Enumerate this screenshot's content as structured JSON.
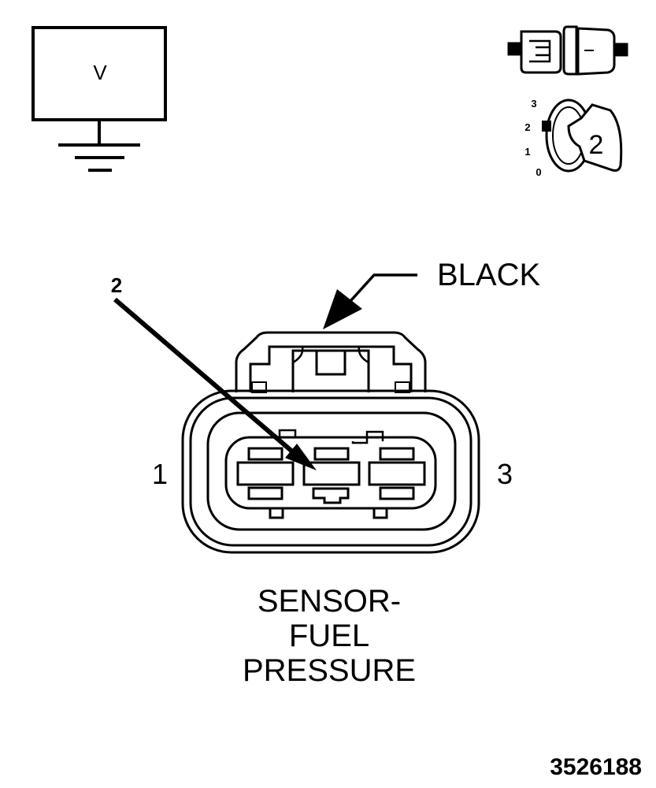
{
  "meter": {
    "symbol": "V",
    "icon": "voltmeter-ground-icon"
  },
  "connection_icon": "connector-disconnect-icon",
  "ignition": {
    "icon": "ignition-key-icon",
    "positions": [
      "3",
      "2",
      "1",
      "0"
    ],
    "key_label": "2"
  },
  "connector": {
    "color_label": "BLACK",
    "pin_callout": "2",
    "pin_left": "1",
    "pin_right": "3",
    "name_lines": [
      "SENSOR-",
      "FUEL",
      "PRESSURE"
    ],
    "icon": "three-pin-connector-face"
  },
  "figure_id": "3526188"
}
